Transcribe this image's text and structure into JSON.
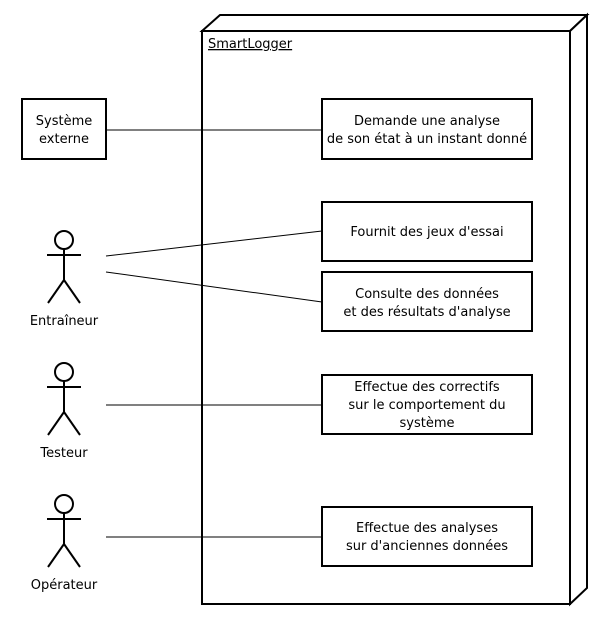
{
  "system": {
    "title": "SmartLogger"
  },
  "external_actor": {
    "lines": [
      "Système",
      "externe"
    ]
  },
  "actors": [
    {
      "name": "Entraîneur"
    },
    {
      "name": "Testeur"
    },
    {
      "name": "Opérateur"
    }
  ],
  "use_cases": [
    {
      "lines": [
        "Demande une analyse",
        "de son état à un instant donné"
      ]
    },
    {
      "lines": [
        "Fournit des jeux d'essai"
      ]
    },
    {
      "lines": [
        "Consulte des données",
        "et des résultats d'analyse"
      ]
    },
    {
      "lines": [
        "Effectue des correctifs",
        "sur le comportement du",
        "système"
      ]
    },
    {
      "lines": [
        "Effectue des analyses",
        "sur d'anciennes données"
      ]
    }
  ]
}
